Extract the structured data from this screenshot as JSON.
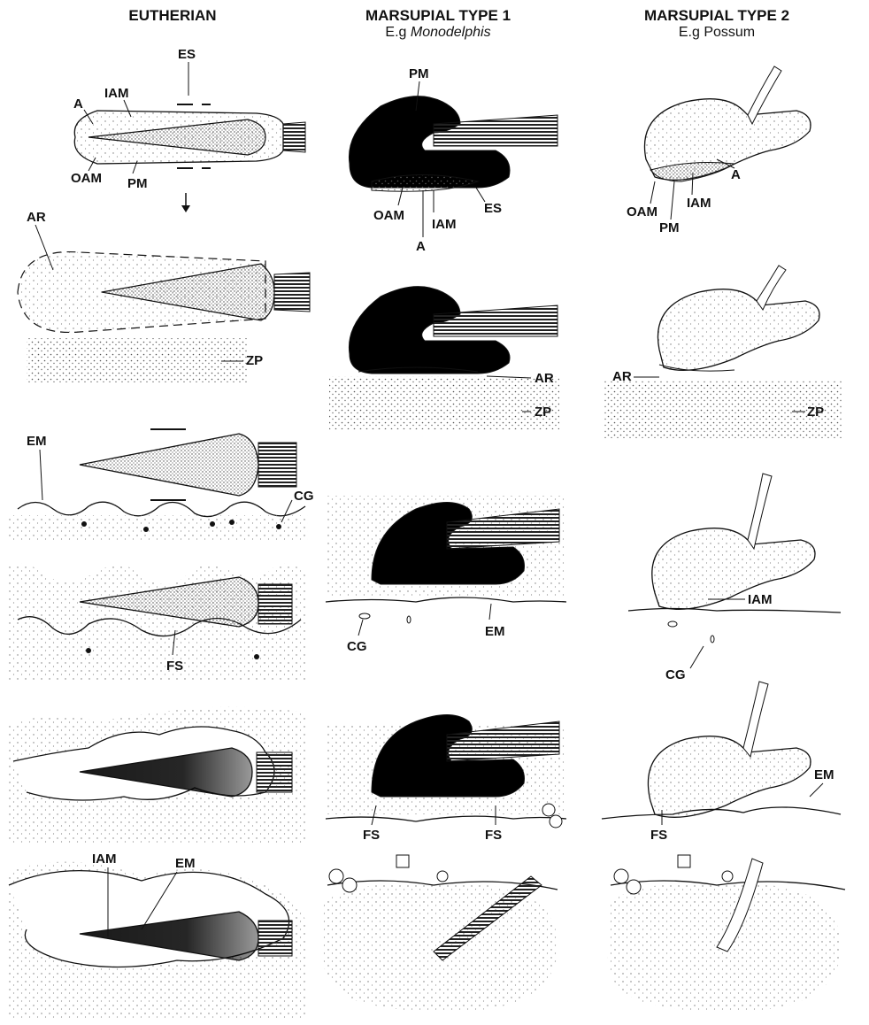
{
  "columns": [
    {
      "title": "EUTHERIAN",
      "subtitle": "",
      "subtitle_italic": ""
    },
    {
      "title": "MARSUPIAL TYPE 1",
      "subtitle": "E.g",
      "subtitle_italic": "Monodelphis"
    },
    {
      "title": "MARSUPIAL TYPE 2",
      "subtitle": "E.g  Possum",
      "subtitle_italic": ""
    }
  ],
  "labels": {
    "A": "A",
    "IAM": "IAM",
    "ES": "ES",
    "OAM": "OAM",
    "PM": "PM",
    "AR": "AR",
    "ZP": "ZP",
    "EM": "EM",
    "CG": "CG",
    "FS": "FS"
  },
  "colors": {
    "ink": "#111111",
    "stipple": "#555555",
    "head_dark": "#000000",
    "background": "#ffffff"
  }
}
